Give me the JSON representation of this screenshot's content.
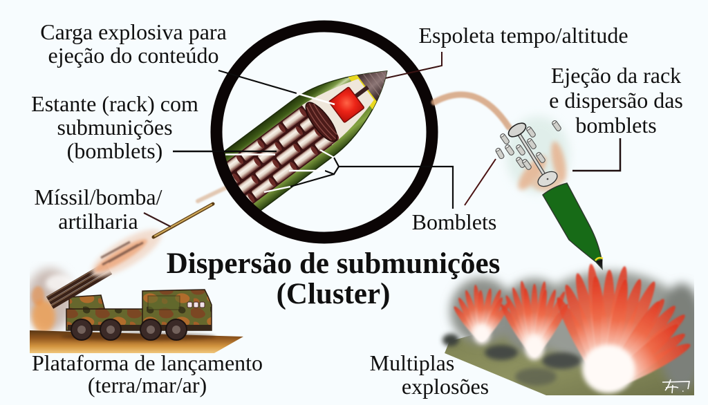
{
  "title": {
    "lines": [
      "Dispersão de submunições",
      "(Cluster)"
    ]
  },
  "labels": {
    "explosive_charge": {
      "lines": [
        "Carga explosiva para",
        "ejeção do conteúdo"
      ]
    },
    "fuze": {
      "lines": [
        "Espoleta tempo/altitude"
      ]
    },
    "rack": {
      "lines": [
        "Estante (rack) com",
        "submunições",
        "(bomblets)"
      ]
    },
    "rack_ejection": {
      "lines": [
        "Ejeção da rack",
        "e dispersão das",
        "bomblets"
      ]
    },
    "delivery_vehicle": {
      "lines": [
        "Míssil/bomba/",
        "artilharia"
      ]
    },
    "bomblets": {
      "lines": [
        "Bomblets"
      ]
    },
    "launch_platform": {
      "lines": [
        "Plataforma de lançamento",
        "(terra/mar/ar)"
      ]
    },
    "multiple_explosions": {
      "lines": [
        "Multiplas",
        "explosões"
      ]
    }
  },
  "colors": {
    "background": "#f7fcfe",
    "text": "#101010",
    "ring": "#0b0505",
    "munition_green": "#176b17",
    "explosive_charge": "#ec2417",
    "fuze_band": "#e9d81f",
    "fire": "#e0331d"
  }
}
